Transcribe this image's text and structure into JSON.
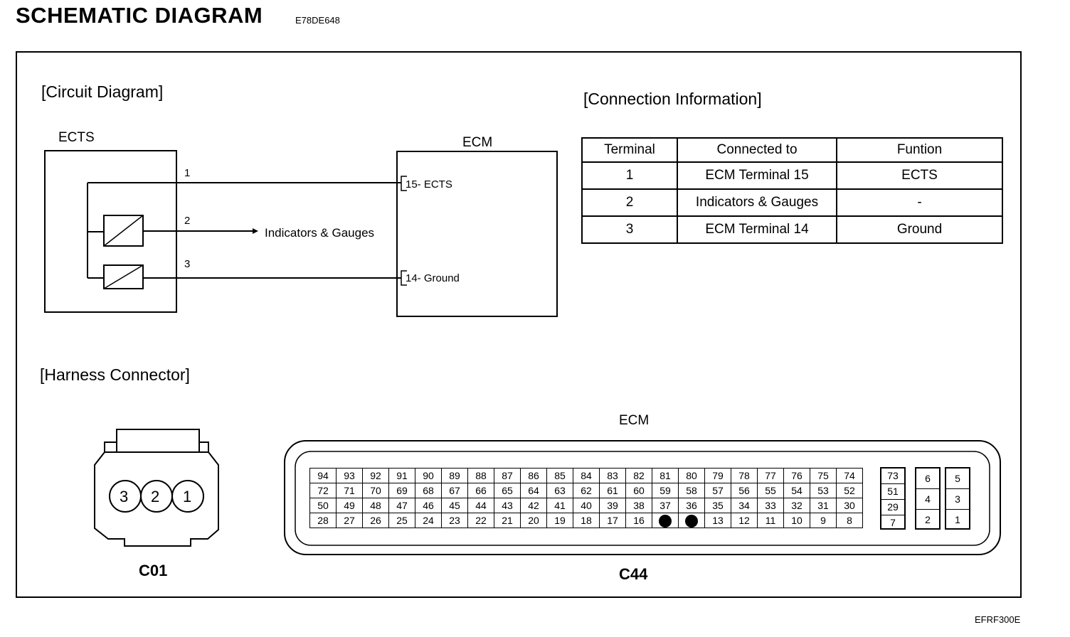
{
  "header": {
    "title": "SCHEMATIC  DIAGRAM",
    "code": "E78DE648",
    "figure_code": "EFRF300E"
  },
  "circuit": {
    "section_title": "[Circuit Diagram]",
    "ects_label": "ECTS",
    "ecm_label": "ECM",
    "wire1_num": "1",
    "wire2_num": "2",
    "wire3_num": "3",
    "ecm_pin_15": "15- ECTS",
    "ecm_pin_14": "14- Ground",
    "indicators": "Indicators & Gauges"
  },
  "connection": {
    "section_title": "[Connection Information]",
    "headers": [
      "Terminal",
      "Connected to",
      "Funtion"
    ],
    "rows": [
      [
        "1",
        "ECM Terminal 15",
        "ECTS"
      ],
      [
        "2",
        "Indicators & Gauges",
        "-"
      ],
      [
        "3",
        "ECM Terminal 14",
        "Ground"
      ]
    ]
  },
  "harness": {
    "section_title": "[Harness Connector]",
    "c01_pins": [
      "3",
      "2",
      "1"
    ],
    "c01_label": "C01",
    "ecm_label": "ECM",
    "c44_label": "C44",
    "ecm_rows": [
      [
        "94",
        "93",
        "92",
        "91",
        "90",
        "89",
        "88",
        "87",
        "86",
        "85",
        "84",
        "83",
        "82",
        "81",
        "80",
        "79",
        "78",
        "77",
        "76",
        "75",
        "74"
      ],
      [
        "72",
        "71",
        "70",
        "69",
        "68",
        "67",
        "66",
        "65",
        "64",
        "63",
        "62",
        "61",
        "60",
        "59",
        "58",
        "57",
        "56",
        "55",
        "54",
        "53",
        "52"
      ],
      [
        "50",
        "49",
        "48",
        "47",
        "46",
        "45",
        "44",
        "43",
        "42",
        "41",
        "40",
        "39",
        "38",
        "37",
        "36",
        "35",
        "34",
        "33",
        "32",
        "31",
        "30"
      ],
      [
        "28",
        "27",
        "26",
        "25",
        "24",
        "23",
        "22",
        "21",
        "20",
        "19",
        "18",
        "17",
        "16",
        "●",
        "●",
        "13",
        "12",
        "11",
        "10",
        "9",
        "8"
      ]
    ],
    "mid_column": [
      "73",
      "51",
      "29",
      "7"
    ],
    "left_small": [
      "6",
      "4",
      "2"
    ],
    "right_small": [
      "5",
      "3",
      "1"
    ]
  }
}
